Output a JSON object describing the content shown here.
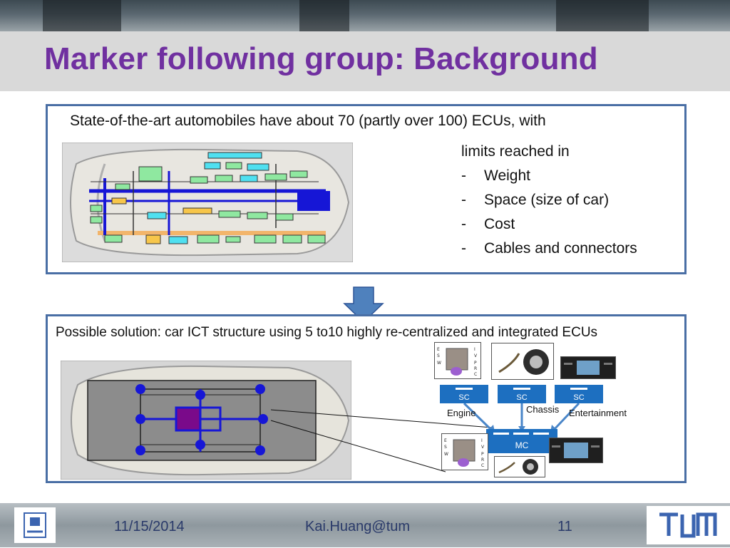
{
  "slide": {
    "title": "Marker following group: Background"
  },
  "box1": {
    "intro": "State-of-the-art automobiles have about 70 (partly over 100) ECUs, with",
    "limits_heading": "limits reached in",
    "limits": [
      "Weight",
      "Space (size of car)",
      "Cost",
      "Cables and connectors"
    ],
    "dash": "-"
  },
  "box2": {
    "solution": "Possible solution: car ICT structure using 5 to10 highly re-centralized and integrated ECUs"
  },
  "diagram": {
    "sc_label": "SC",
    "mc_label": "MC",
    "engine_label": "Engine",
    "chassis_label": "Chassis",
    "entertainment_label": "Entertainment",
    "engine_letters": [
      "E",
      "S",
      "W",
      "I",
      "V",
      "P",
      "R",
      "C"
    ]
  },
  "footer": {
    "date": "11/15/2014",
    "author": "Kai.Huang@tum",
    "page": "11"
  },
  "colors": {
    "title": "#7030a0",
    "box_border": "#4a6fa5",
    "ecu_blue": "#1d6fc0",
    "footer_text": "#2a3a6a"
  }
}
